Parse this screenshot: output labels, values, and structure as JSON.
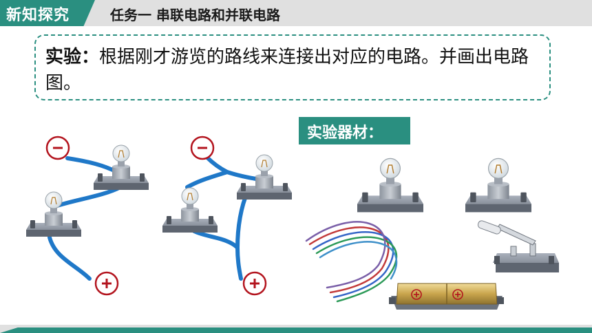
{
  "header": {
    "section_tab": "新知探究",
    "task_title": "任务一   串联电路和并联电路"
  },
  "instruction": {
    "label": "实验：",
    "text": "根据刚才游览的路线来连接出对应的电路。并画出电路图。"
  },
  "equipment": {
    "label": "实验器材："
  },
  "terminals": {
    "negative": "-",
    "positive": "+"
  },
  "colors": {
    "accent": "#2a8f80",
    "wire": "#1f78c8",
    "terminal": "#b3141e"
  }
}
